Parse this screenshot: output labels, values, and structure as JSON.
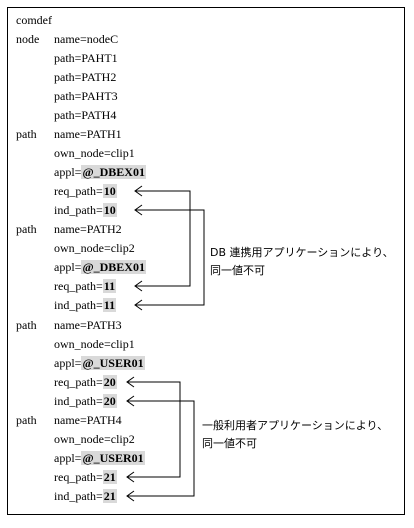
{
  "lines": [
    "comdef",
    "node",
    "name=nodeC",
    "path=PAHT1",
    "path=PATH2",
    "path=PAHT3",
    "path=PATH4",
    "path",
    "name=PATH1",
    "own_node=clip1",
    "appl=",
    "@_DBEX01",
    "req_path=",
    "10",
    "ind_path=",
    "10",
    "path",
    "name=PATH2",
    "own_node=clip2",
    "appl=",
    "@_DBEX01",
    "req_path=",
    "11",
    "ind_path=",
    "11",
    "path",
    "name=PATH3",
    "own_node=clip1",
    "appl=",
    "@_USER01",
    "req_path=",
    "20",
    "ind_path=",
    "20",
    "path",
    "name=PATH4",
    "own_node=clip2",
    "appl=",
    "@_USER01",
    "req_path=",
    "21",
    "ind_path=",
    "21"
  ],
  "notes": {
    "db_line1": "DB 連携用アプリケーションにより、",
    "db_line2": "同一値不可",
    "user_line1": "一般利用者アプリケーションにより、",
    "user_line2": "同一値不可"
  }
}
